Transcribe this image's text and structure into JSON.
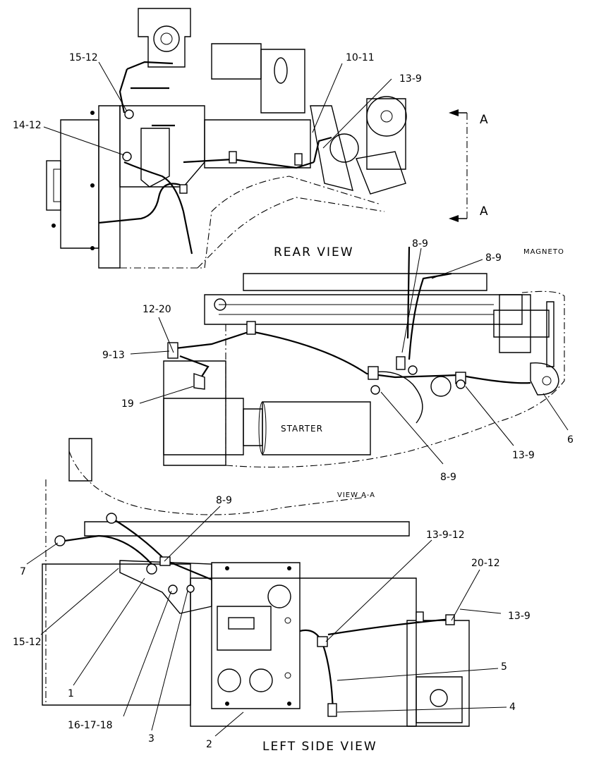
{
  "views": {
    "rear": "REAR VIEW",
    "section": "VIEW A-A",
    "left_side": "LEFT SIDE VIEW"
  },
  "section_marks": {
    "top": "A",
    "bottom": "A"
  },
  "labels": {
    "magneto": "MAGNETO",
    "starter": "STARTER"
  },
  "callouts": {
    "rear": [
      "15-12",
      "14-12",
      "10-11",
      "13-9"
    ],
    "section": [
      "8-9",
      "8-9",
      "12-20",
      "9-13",
      "19",
      "8-9",
      "13-9",
      "6"
    ],
    "left": [
      "8-9",
      "13-9-12",
      "20-12",
      "13-9",
      "7",
      "15-12",
      "1",
      "16-17-18",
      "3",
      "2",
      "5",
      "4"
    ]
  }
}
